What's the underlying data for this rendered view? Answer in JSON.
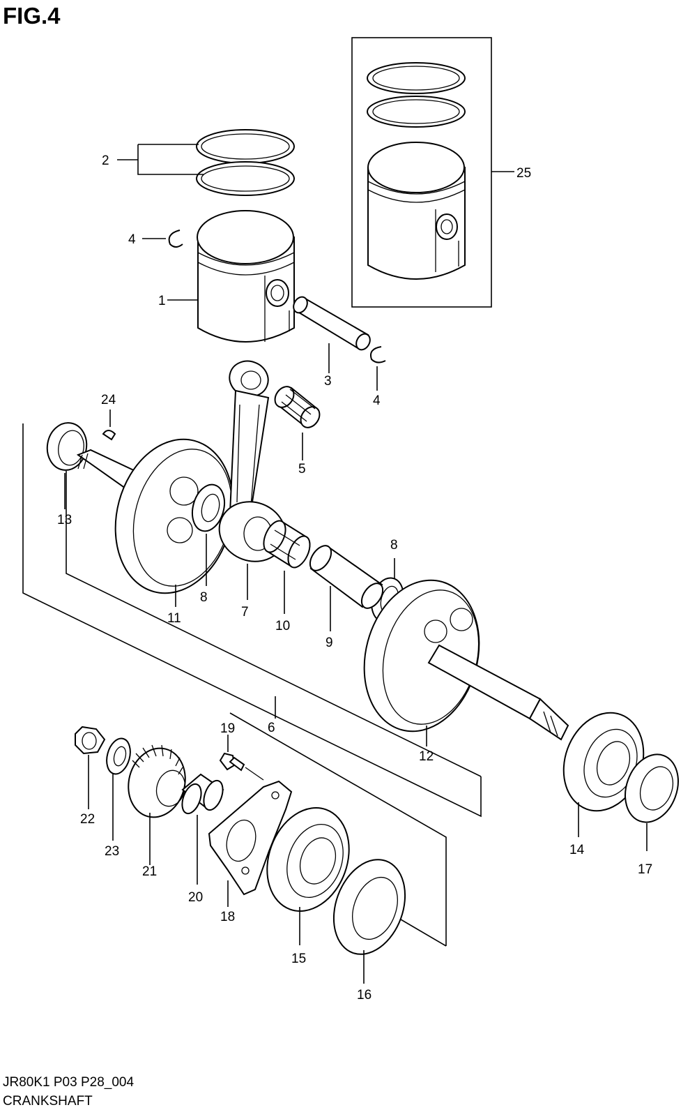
{
  "figure": {
    "title": "FIG.4",
    "drawing_code": "JR80K1 P03 P28_004",
    "assembly_name": "CRANKSHAFT"
  },
  "callouts": {
    "c1": "1",
    "c2": "2",
    "c3": "3",
    "c4a": "4",
    "c4b": "4",
    "c5": "5",
    "c6": "6",
    "c7": "7",
    "c8a": "8",
    "c8b": "8",
    "c9": "9",
    "c10": "10",
    "c11": "11",
    "c12": "12",
    "c13": "13",
    "c14": "14",
    "c15": "15",
    "c16": "16",
    "c17": "17",
    "c18": "18",
    "c19": "19",
    "c20": "20",
    "c21": "21",
    "c22": "22",
    "c23": "23",
    "c24": "24",
    "c25": "25"
  }
}
